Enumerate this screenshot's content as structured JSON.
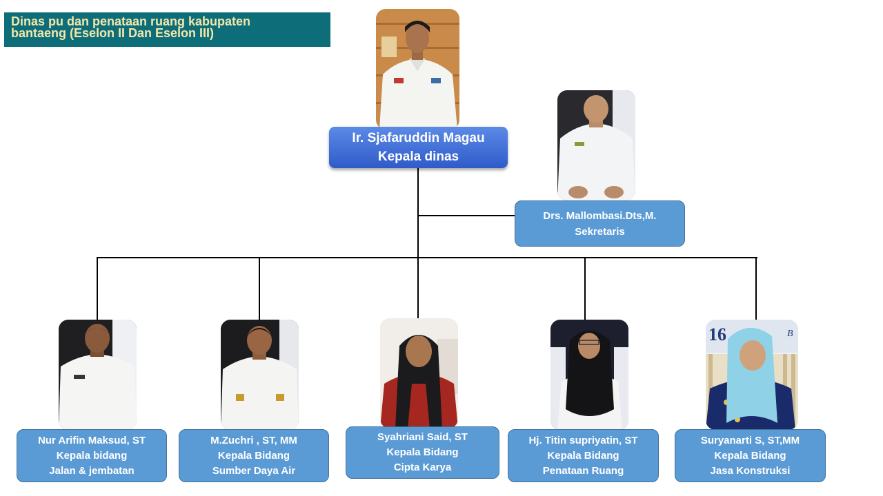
{
  "title": {
    "line1": "Dinas pu dan penataan ruang kabupaten",
    "line2": "bantaeng (Eselon II Dan Eselon III)"
  },
  "head": {
    "name": "Ir. Sjafaruddin Magau",
    "role": "Kepala dinas"
  },
  "secretary": {
    "name": "Drs. Mallombasi.Dts,M.",
    "role": "Sekretaris"
  },
  "members": [
    {
      "name": "Nur Arifin Maksud, ST",
      "role": "Kepala bidang",
      "unit": "Jalan & jembatan"
    },
    {
      "name": "M.Zuchri , ST, MM",
      "role": "Kepala Bidang",
      "unit": "Sumber Daya Air"
    },
    {
      "name": "Syahriani Said, ST",
      "role": "Kepala Bidang",
      "unit": "Cipta Karya"
    },
    {
      "name": "Hj. Titin supriyatin, ST",
      "role": "Kepala Bidang",
      "unit": "Penataan Ruang"
    },
    {
      "name": "Suryanarti S, ST,MM",
      "role": "Kepala Bidang",
      "unit": "Jasa Konstruksi"
    }
  ],
  "colors": {
    "title_bg": "#0d6e7a",
    "title_text": "#f3e7a9",
    "box_fill": "#5b9bd5",
    "head_box_fill": "#3b6fd6"
  }
}
